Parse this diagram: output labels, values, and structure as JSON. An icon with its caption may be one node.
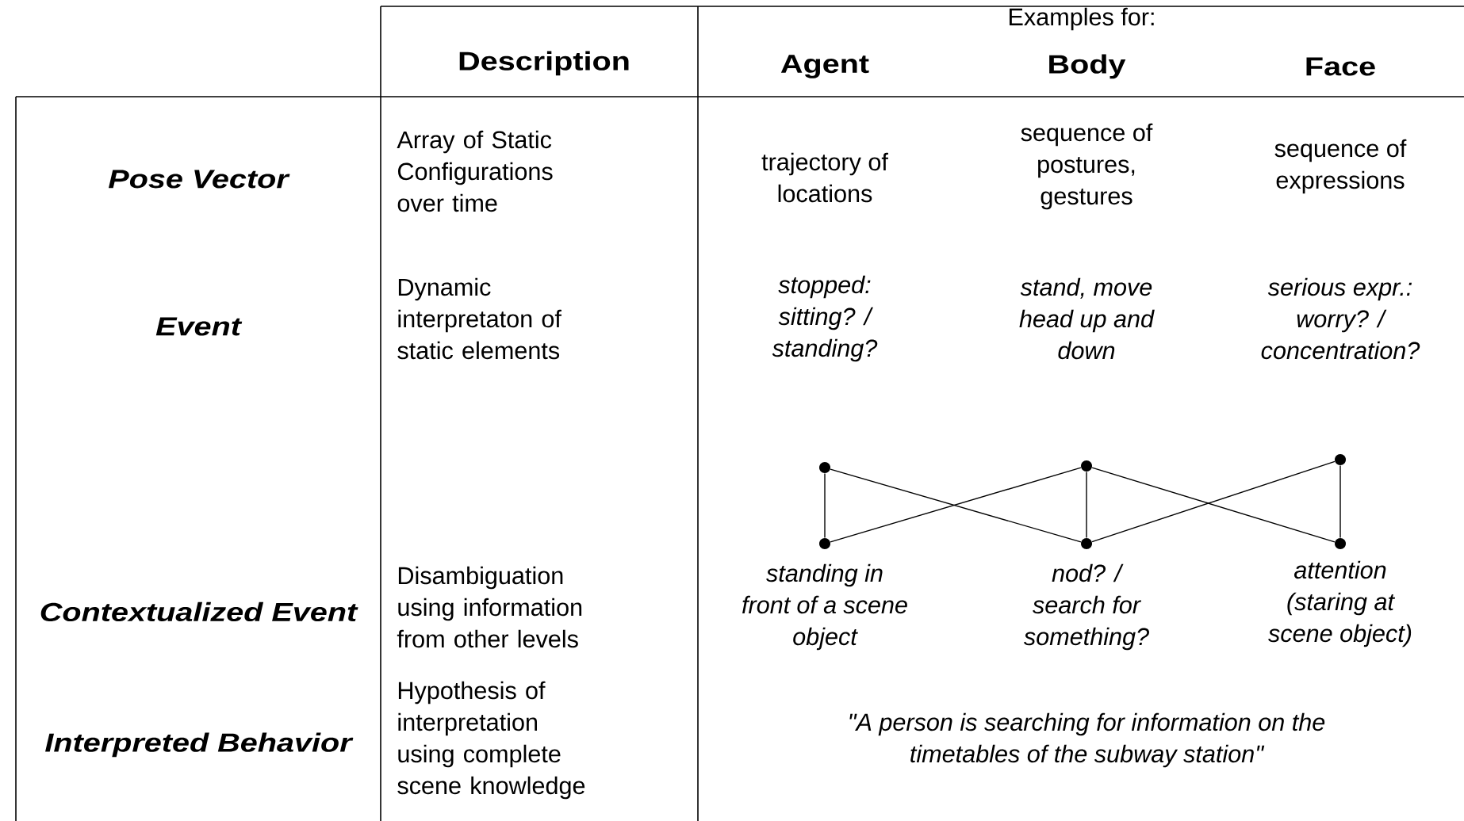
{
  "diagram": {
    "nodes": [
      {
        "text": [],
        "shape": "circle"
      },
      {
        "text": [],
        "shape": "circle"
      },
      {
        "text": [],
        "shape": "circle"
      },
      {
        "text": [],
        "shape": "circle",
        "beside": [
          "standing in front of a scene object"
        ]
      },
      {
        "text": [],
        "shape": "circle",
        "beside": [
          "nod? / search for something?"
        ]
      },
      {
        "text": [],
        "shape": "circle",
        "beside": [
          "attention (staring at scene object)"
        ]
      }
    ],
    "edges": [
      {
        "from": 0,
        "to": 3,
        "arrow": "none"
      },
      {
        "from": 0,
        "to": 4,
        "arrow": "none"
      },
      {
        "from": 3,
        "to": 1,
        "arrow": "none"
      },
      {
        "from": 1,
        "to": 4,
        "arrow": "none"
      },
      {
        "from": 1,
        "to": 5,
        "arrow": "none"
      },
      {
        "from": 4,
        "to": 2,
        "arrow": "none"
      },
      {
        "from": 2,
        "to": 5,
        "arrow": "none"
      }
    ],
    "labels": [
      "Examples for:",
      "Description",
      "Agent",
      "Body",
      "Face",
      "Pose Vector",
      "Array of Static Configurations over time",
      "trajectory of locations",
      "sequence of postures, gestures",
      "sequence of expressions",
      "Event",
      "Dynamic interpretaton of static elements",
      "stopped: sitting? / standing?",
      "stand, move head up and down",
      "serious expr.: worry? / concentration?",
      "Contextualized Event",
      "Disambiguation using information from other levels",
      "Interpreted Behavior",
      "Hypothesis of interpretation using complete scene knowledge",
      "\"A person is searching for information on the timetables of the subway station\""
    ]
  }
}
